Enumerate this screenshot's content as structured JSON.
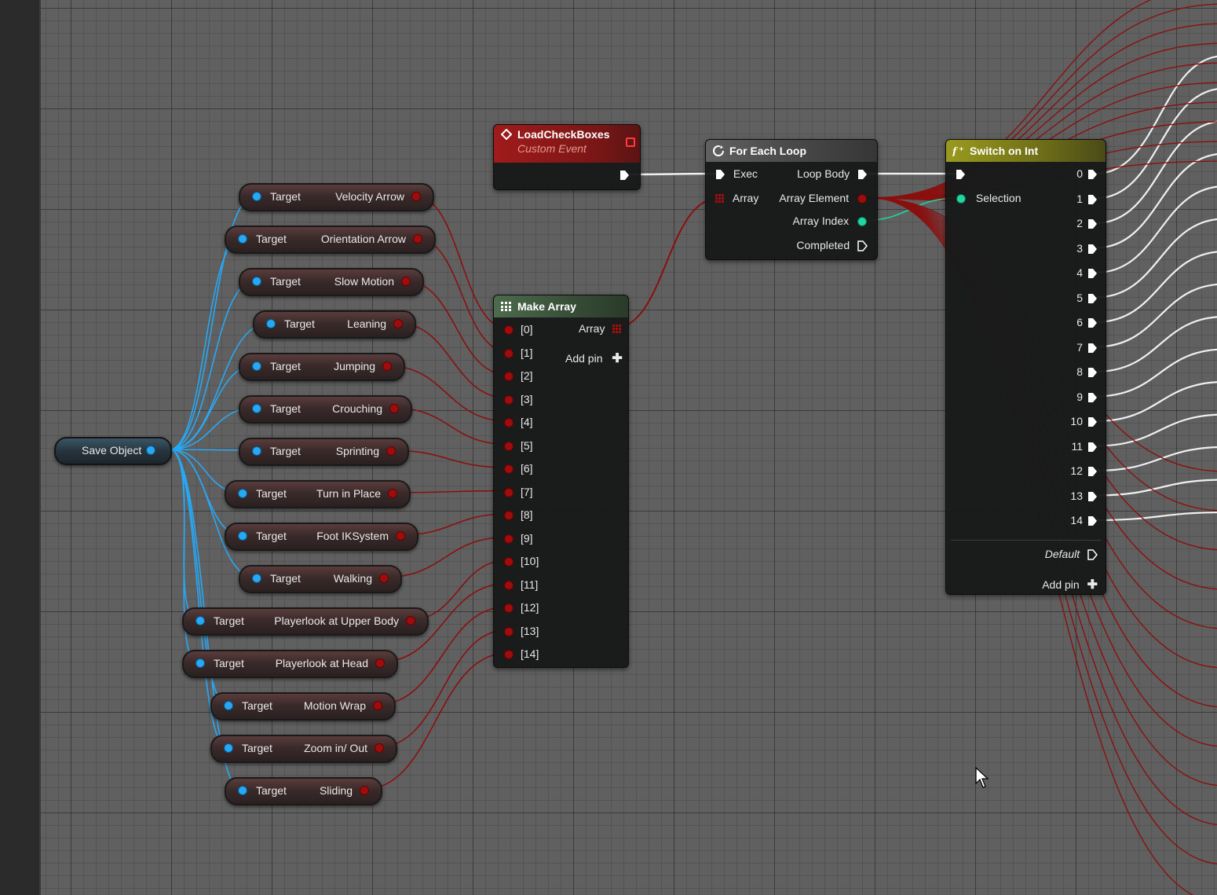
{
  "colors": {
    "exec": "#ffffff",
    "object_pin": "#27a8f5",
    "bool_pin": "#9e0d0d",
    "int_pin": "#20d6a1",
    "event_header": "#8a1a1a",
    "function_header": "#4a4a4a",
    "pure_header": "#3f5a3f",
    "switch_header": "#7a7a18"
  },
  "save_object": {
    "label": "Save Object",
    "icon": "object-pin"
  },
  "getters": [
    {
      "target": "Target",
      "label": "Velocity Arrow"
    },
    {
      "target": "Target",
      "label": "Orientation Arrow"
    },
    {
      "target": "Target",
      "label": "Slow Motion"
    },
    {
      "target": "Target",
      "label": "Leaning"
    },
    {
      "target": "Target",
      "label": "Jumping"
    },
    {
      "target": "Target",
      "label": "Crouching"
    },
    {
      "target": "Target",
      "label": "Sprinting"
    },
    {
      "target": "Target",
      "label": "Turn in Place"
    },
    {
      "target": "Target",
      "label": "Foot IKSystem"
    },
    {
      "target": "Target",
      "label": "Walking"
    },
    {
      "target": "Target",
      "label": "Playerlook at Upper Body"
    },
    {
      "target": "Target",
      "label": "Playerlook at Head"
    },
    {
      "target": "Target",
      "label": "Motion Wrap"
    },
    {
      "target": "Target",
      "label": "Zoom in/ Out"
    },
    {
      "target": "Target",
      "label": "Sliding"
    }
  ],
  "custom_event": {
    "title": "LoadCheckBoxes",
    "subtitle": "Custom Event",
    "icon": "event-diamond-icon"
  },
  "make_array": {
    "title": "Make Array",
    "icon": "grid-icon",
    "inputs": [
      "[0]",
      "[1]",
      "[2]",
      "[3]",
      "[4]",
      "[5]",
      "[6]",
      "[7]",
      "[8]",
      "[9]",
      "[10]",
      "[11]",
      "[12]",
      "[13]",
      "[14]"
    ],
    "output": "Array",
    "add_pin": "Add pin"
  },
  "for_each": {
    "title": "For Each Loop",
    "icon": "loop-icon",
    "exec_in": "Exec",
    "array_in": "Array",
    "loop_body": "Loop Body",
    "array_element": "Array Element",
    "array_index": "Array Index",
    "completed": "Completed"
  },
  "switch_int": {
    "title": "Switch on Int",
    "icon": "function-icon",
    "selection": "Selection",
    "outputs": [
      "0",
      "1",
      "2",
      "3",
      "4",
      "5",
      "6",
      "7",
      "8",
      "9",
      "10",
      "11",
      "12",
      "13",
      "14"
    ],
    "default": "Default",
    "add_pin": "Add pin"
  }
}
